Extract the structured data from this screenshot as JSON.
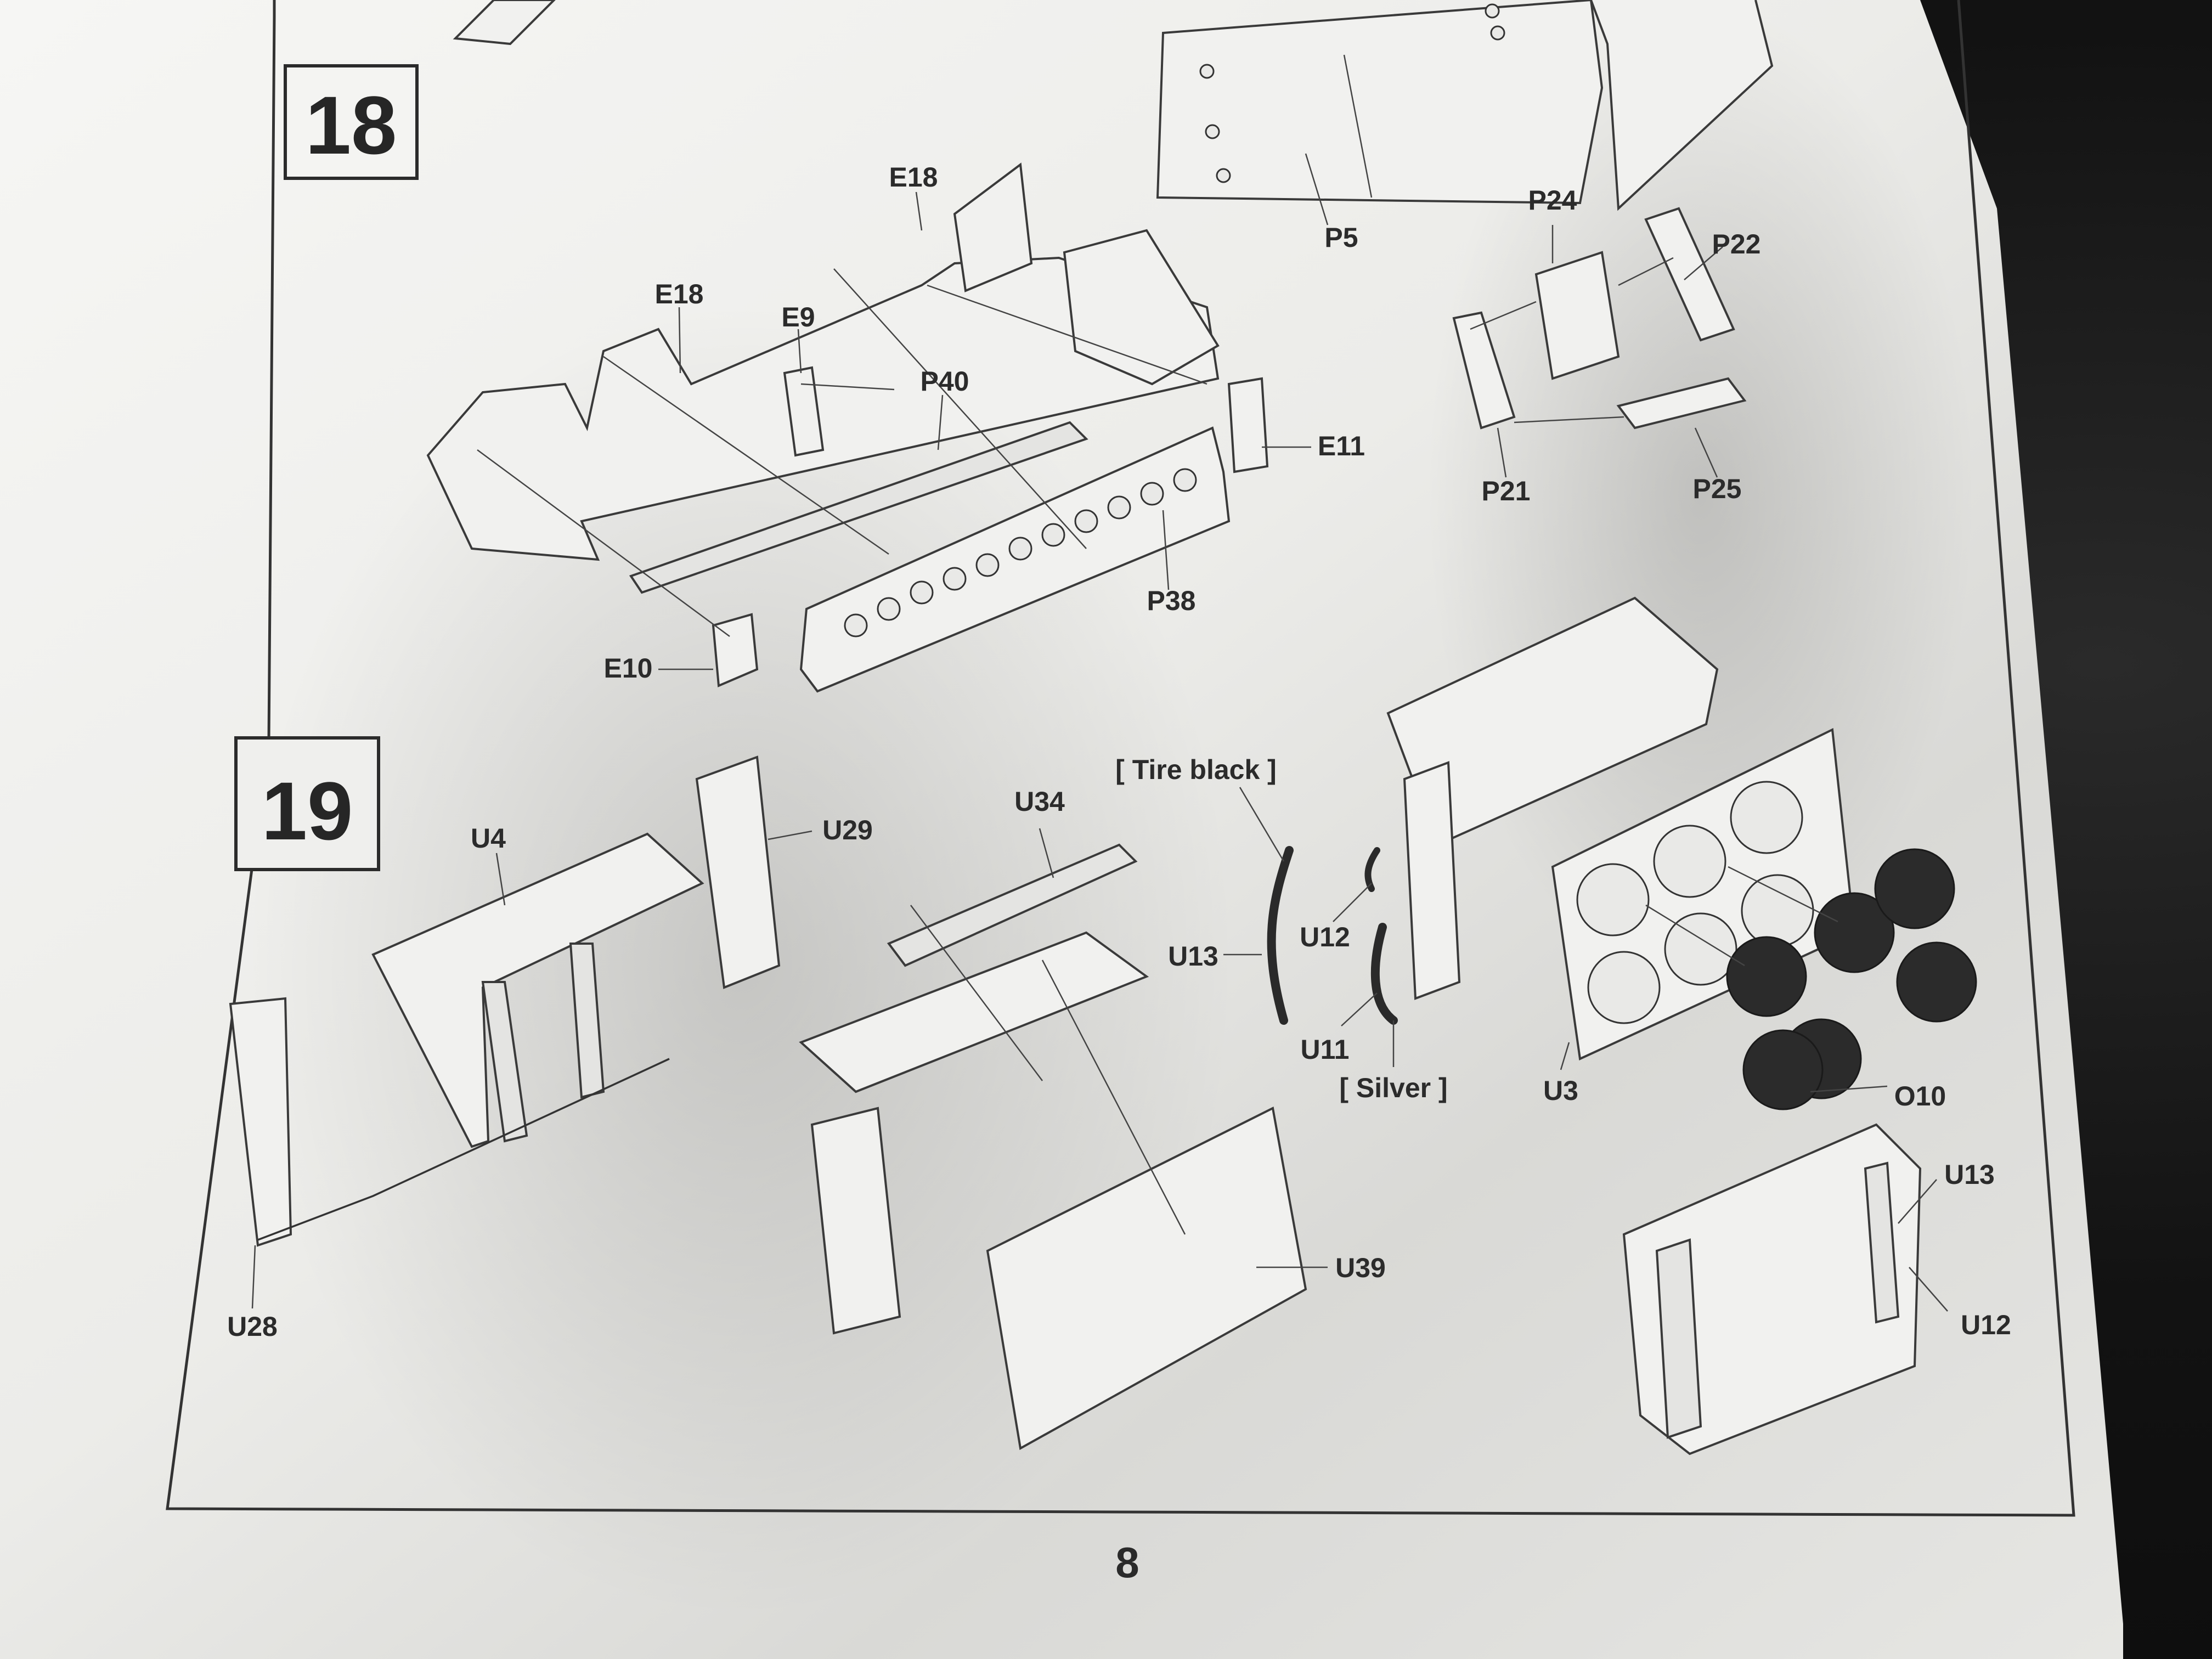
{
  "page": {
    "page_number": "8"
  },
  "steps": [
    {
      "number": "18",
      "parts": [
        "E18",
        "E18",
        "E9",
        "P40",
        "P5",
        "E11",
        "P38",
        "E10",
        "P24",
        "P22",
        "P21",
        "P25"
      ]
    },
    {
      "number": "19",
      "parts": [
        "U4",
        "U29",
        "U34",
        "U28",
        "U39",
        "U13",
        "U12",
        "U11",
        "U3",
        "O10",
        "U13",
        "U12"
      ],
      "paint_callouts": [
        "[ Tire black ]",
        "[ Silver ]"
      ]
    }
  ],
  "colors": {
    "paper": "#f2f2f0",
    "ink": "#2b2b2b",
    "background": "#111111"
  }
}
